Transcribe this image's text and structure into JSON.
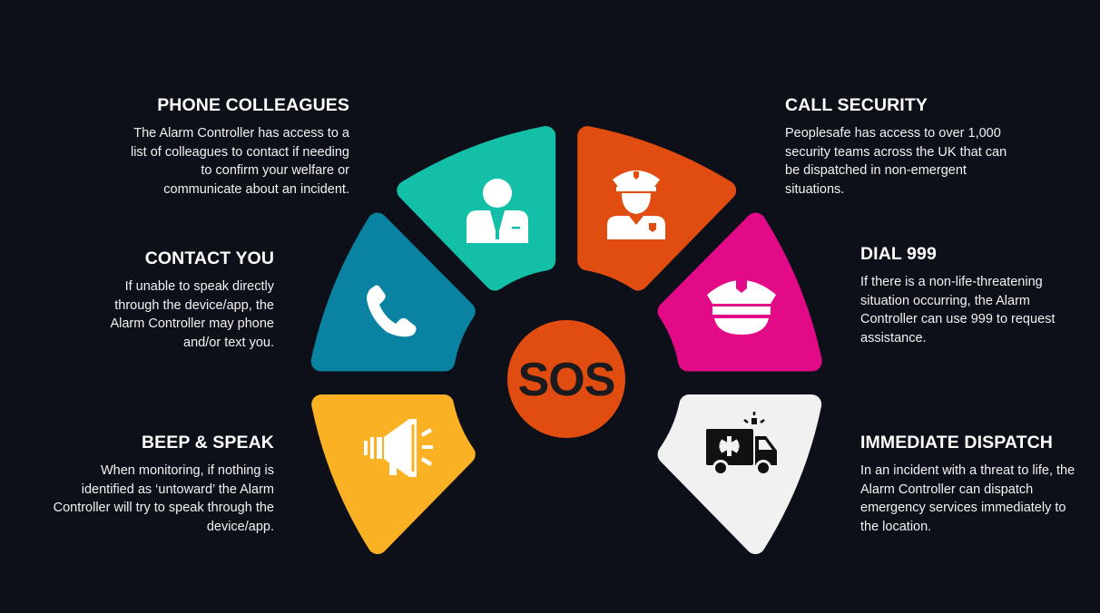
{
  "center": {
    "label": "SOS"
  },
  "colors": {
    "background": "#0d1018",
    "phone_colleagues": "#13bfa6",
    "call_security": "#e14c10",
    "contact_you": "#0983a1",
    "dial_999": "#e30a87",
    "beep_speak": "#fbb124",
    "immediate_dispatch": "#f1f1f2",
    "sos": "#e14c10"
  },
  "sections": {
    "phone_colleagues": {
      "title": "PHONE COLLEAGUES",
      "text": "The Alarm Controller has access to a list of colleagues to contact if needing to confirm your welfare or communicate about an incident.",
      "icon": "colleague-icon"
    },
    "contact_you": {
      "title": "CONTACT YOU",
      "text": "If unable to speak directly through the device/app, the Alarm Controller may phone and/or text you.",
      "icon": "phone-icon"
    },
    "beep_speak": {
      "title": "BEEP & SPEAK",
      "text": "When monitoring, if nothing is identified as ‘untoward’ the Alarm Controller will try to speak through the device/app.",
      "icon": "megaphone-icon"
    },
    "call_security": {
      "title": "CALL SECURITY",
      "text": "Peoplesafe has access to over 1,000 security teams across the UK that can be dispatched in non-emergent situations.",
      "icon": "security-guard-icon"
    },
    "dial_999": {
      "title": "DIAL 999",
      "text": "If there is a non-life-threatening situation occurring, the Alarm Controller can use 999 to request assistance.",
      "icon": "police-cap-icon"
    },
    "immediate_dispatch": {
      "title": "IMMEDIATE DISPATCH",
      "text": "In an incident with a threat to life, the Alarm Controller can dispatch emergency services immediately to the location.",
      "icon": "ambulance-icon"
    }
  }
}
